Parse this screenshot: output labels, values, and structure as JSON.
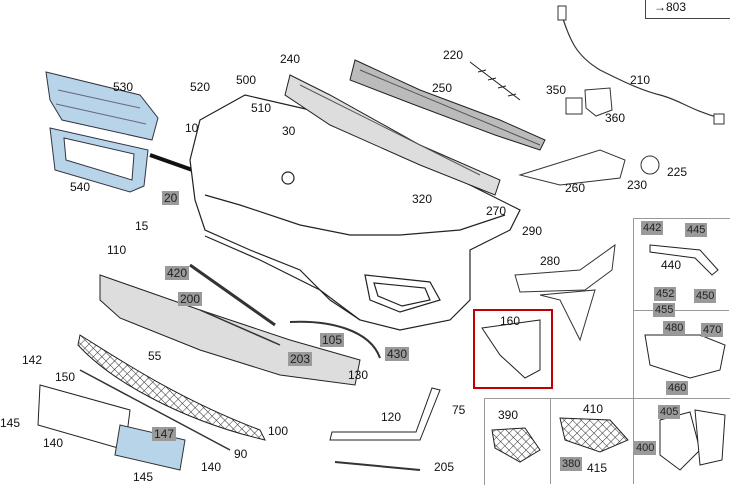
{
  "reference": {
    "arrow": "→",
    "number": "803"
  },
  "labels": {
    "l530": "530",
    "l540": "540",
    "l520": "520",
    "l500": "500",
    "l510": "510",
    "l10": "10",
    "l30": "30",
    "l240": "240",
    "l220": "220",
    "l250": "250",
    "l210": "210",
    "l350": "350",
    "l360": "360",
    "l20": "20",
    "l15": "15",
    "l320": "320",
    "l270": "270",
    "l290": "290",
    "l260": "260",
    "l230": "230",
    "l225": "225",
    "l110": "110",
    "l420": "420",
    "l200": "200",
    "l280": "280",
    "l442": "442",
    "l445": "445",
    "l440": "440",
    "l452": "452",
    "l450": "450",
    "l455": "455",
    "l480": "480",
    "l470": "470",
    "l460": "460",
    "l160": "160",
    "l105": "105",
    "l430": "430",
    "l55": "55",
    "l203": "203",
    "l142": "142",
    "l150": "150",
    "l130": "130",
    "l145a": "145",
    "l140a": "140",
    "l147": "147",
    "l100": "100",
    "l120": "120",
    "l75": "75",
    "l90": "90",
    "l140b": "140",
    "l145b": "145",
    "l205": "205",
    "l390": "390",
    "l410": "410",
    "l405": "405",
    "l400": "400",
    "l380": "380",
    "l415": "415"
  },
  "colors": {
    "highlight": "#c00000",
    "tag_bg": "#9a9a9a",
    "part_fill": "#b8d4e8",
    "part_stroke": "#222222"
  }
}
